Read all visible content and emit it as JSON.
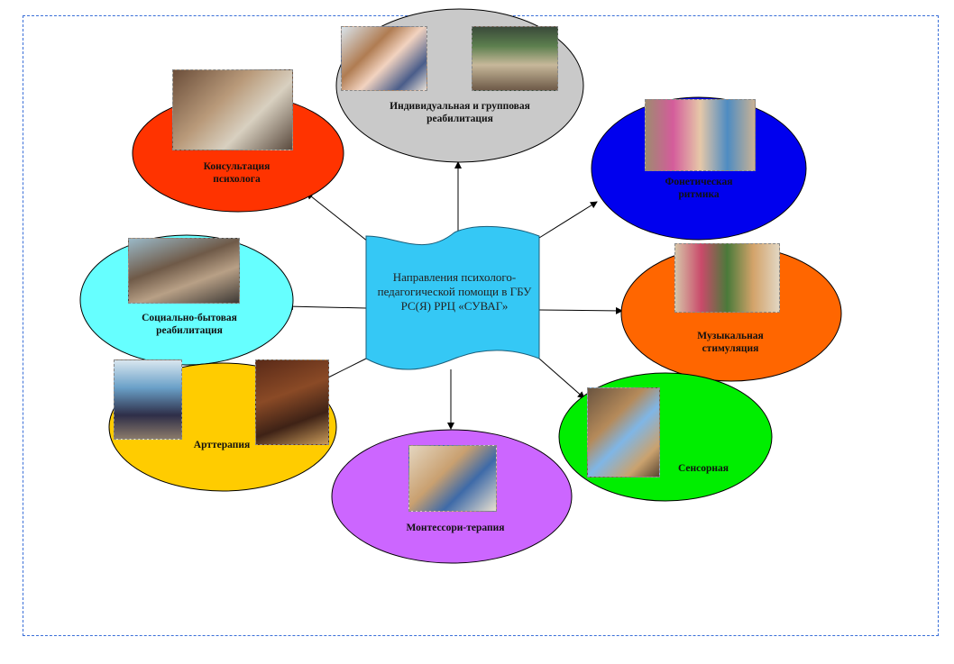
{
  "center": {
    "text": "Направления психолого-педагогической помощи в ГБУ РС(Я) РРЦ «СУВАГ»",
    "color": "#35c8f5"
  },
  "nodes": [
    {
      "id": "individual",
      "label": "Индивидуальная и групповая реабилитация",
      "color": "#c9c9c9"
    },
    {
      "id": "consult",
      "label": "Консультация психолога",
      "color": "#ff3300"
    },
    {
      "id": "phonetic",
      "label": "Фонетическая ритмика",
      "color": "#0000ee"
    },
    {
      "id": "social",
      "label": "Социально-бытовая реабилитация",
      "color": "#66ffff"
    },
    {
      "id": "music",
      "label": "Музыкальная стимуляция",
      "color": "#ff6600"
    },
    {
      "id": "art",
      "label": "Арттерапия",
      "color": "#ffcc00"
    },
    {
      "id": "sensory",
      "label": "Сенсорная",
      "color": "#00ee00"
    },
    {
      "id": "montessori",
      "label": "Монтессори-терапия",
      "color": "#cc66ff"
    }
  ]
}
